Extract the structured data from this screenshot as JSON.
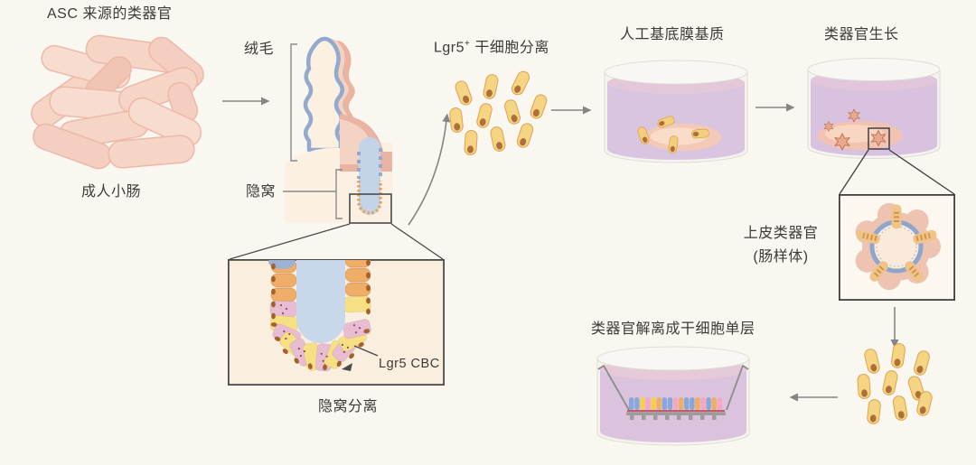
{
  "title": "ASC 来源的类器官",
  "labels": {
    "intestine": "成人小肠",
    "villus": "绒毛",
    "crypt": "隐窝",
    "crypt_cell": "Lgr5 CBC",
    "crypt_caption": "隐窝分离",
    "stem_prefix": "Lgr5",
    "stem_sup": "+",
    "stem_suffix": " 干细胞分离",
    "matrix_dish": "人工基底膜基质",
    "growth_dish": "类器官生长",
    "organoid_line1": "上皮类器官",
    "organoid_line2": "(肠样体)",
    "monolayer_dish": "类器官解离成干细胞单层"
  },
  "palette": {
    "background": "#FAF7F0",
    "text": "#3B3B3B",
    "arrow_gray": "#858585",
    "intestine_pink": "#F6D4C6",
    "epithelium_blue": "#93A9CE",
    "layer_pink_dark": "#EAB4A3",
    "layer_pink_light": "#F4D3C4",
    "lumen_blue": "#C9D7EA",
    "stem_cell_yellow": "#F5D583",
    "stem_cell_nucleus": "#AE7038",
    "dish_liquid_purple": "#D9C5DF",
    "droplet_pink": "#F5C9B8",
    "crypt_cell_orange": "#EFAD68",
    "paneth_pink": "#E8BCD2",
    "stem_zone_yellow": "#F7E083",
    "nucleus_brown": "#A2622F",
    "monolayer_blue": "#89A7D9",
    "monolayer_yellow": "#F6CF4F",
    "monolayer_pink": "#F3A9C3",
    "monolayer_orange": "#F0AE63"
  }
}
